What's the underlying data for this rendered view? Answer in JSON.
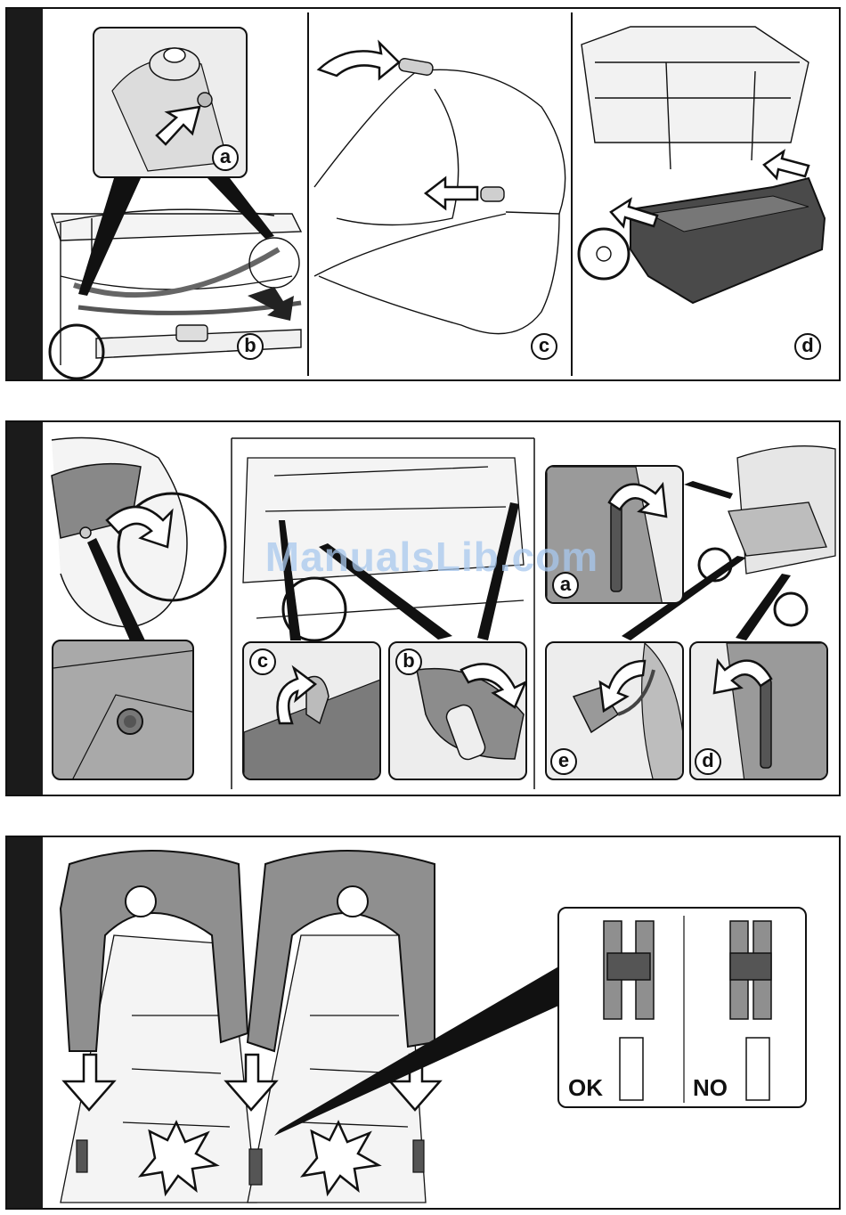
{
  "panel1": {
    "labels": {
      "a": "a",
      "b": "b",
      "c": "c",
      "d": "d"
    }
  },
  "panel2": {
    "labels": {
      "c": "c",
      "b": "b",
      "a": "a",
      "e": "e",
      "d": "d"
    }
  },
  "panel3": {
    "ok_label": "OK",
    "no_label": "NO"
  },
  "watermark": "ManualsLib.com",
  "colors": {
    "ink": "#111111",
    "bar": "#1b1b1b",
    "fill_gray": "#8f8f8f",
    "light_gray": "#d9d9d9",
    "inset_gray": "#ededed",
    "watermark": "#a8c8ee"
  }
}
